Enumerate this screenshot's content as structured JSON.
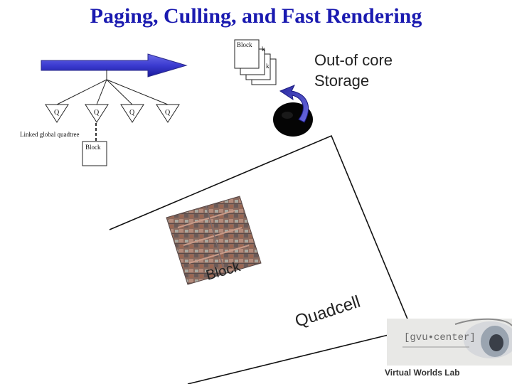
{
  "title": "Paging, Culling, and Fast Rendering",
  "storage_label": [
    "Out-of core",
    "Storage"
  ],
  "stacked_block_labels": [
    "Block",
    "k",
    "k"
  ],
  "quadtree_node_label": "Q",
  "linked_label": "Linked global quadtree",
  "block_label": "Block",
  "aerial_block_label": "Block",
  "quadcell_label": "Quadcell",
  "logo_text": "[gvu•center]",
  "footer_text": "Virtual Worlds Lab",
  "colors": {
    "title": "#1a1ab0",
    "arrow_fill": "#3b3bd0",
    "arrow_dark": "#1a1a8c",
    "disk": "#0a0a0a"
  }
}
